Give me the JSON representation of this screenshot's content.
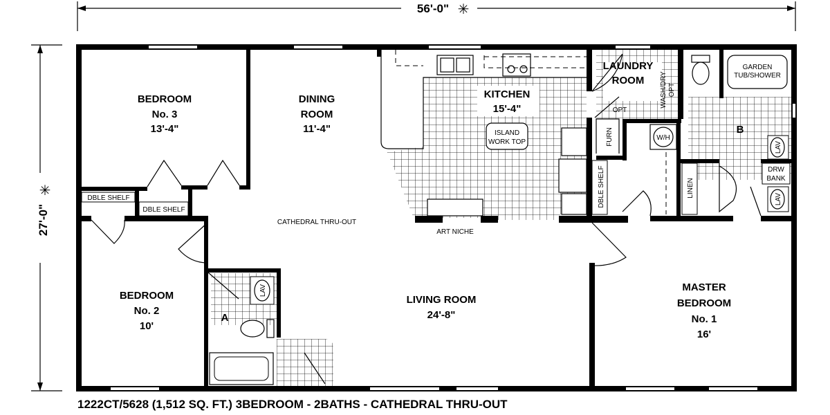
{
  "dimensions": {
    "width": "56'-0\"",
    "depth": "27'-0\""
  },
  "rooms": {
    "bedroom3": {
      "name_line1": "BEDROOM",
      "name_line2": "No. 3",
      "size": "13'-4\""
    },
    "dining": {
      "name_line1": "DINING",
      "name_line2": "ROOM",
      "size": "11'-4\""
    },
    "kitchen": {
      "name": "KITCHEN",
      "size": "15'-4\""
    },
    "island": {
      "line1": "ISLAND",
      "line2": "WORK TOP"
    },
    "laundry": {
      "line1": "LAUNDRY",
      "line2": "ROOM"
    },
    "wash_dry": {
      "line1": "WASH/DRY",
      "line2": "OPT"
    },
    "garden_tub": {
      "line1": "GARDEN",
      "line2": "TUB/SHOWER"
    },
    "bath_b": {
      "label": "B"
    },
    "bath_a": {
      "label": "A"
    },
    "living": {
      "name": "LIVING ROOM",
      "size": "24'-8\""
    },
    "bedroom2": {
      "name_line1": "BEDROOM",
      "name_line2": "No. 2",
      "size": "10'"
    },
    "master": {
      "name_line1": "MASTER",
      "name_line2": "BEDROOM",
      "name_line3": "No. 1",
      "size": "16'"
    }
  },
  "labels": {
    "cathedral": "CATHEDRAL THRU-OUT",
    "art_niche": "ART NICHE",
    "dble_shelf_1": "DBLE SHELF",
    "dble_shelf_2": "DBLE SHELF",
    "dble_shelf_3": "DBLE SHELF",
    "opt": "OPT",
    "furn": "FURN",
    "wh": "W/H",
    "linen": "LINEN",
    "lav_1": "LAV",
    "lav_2": "LAV",
    "lav_3": "LAV",
    "drw_bank_1": "DRW",
    "drw_bank_2": "BANK"
  },
  "caption": "1222CT/5628 (1,512 SQ. FT.) 3BEDROOM - 2BATHS - CATHEDRAL THRU-OUT"
}
